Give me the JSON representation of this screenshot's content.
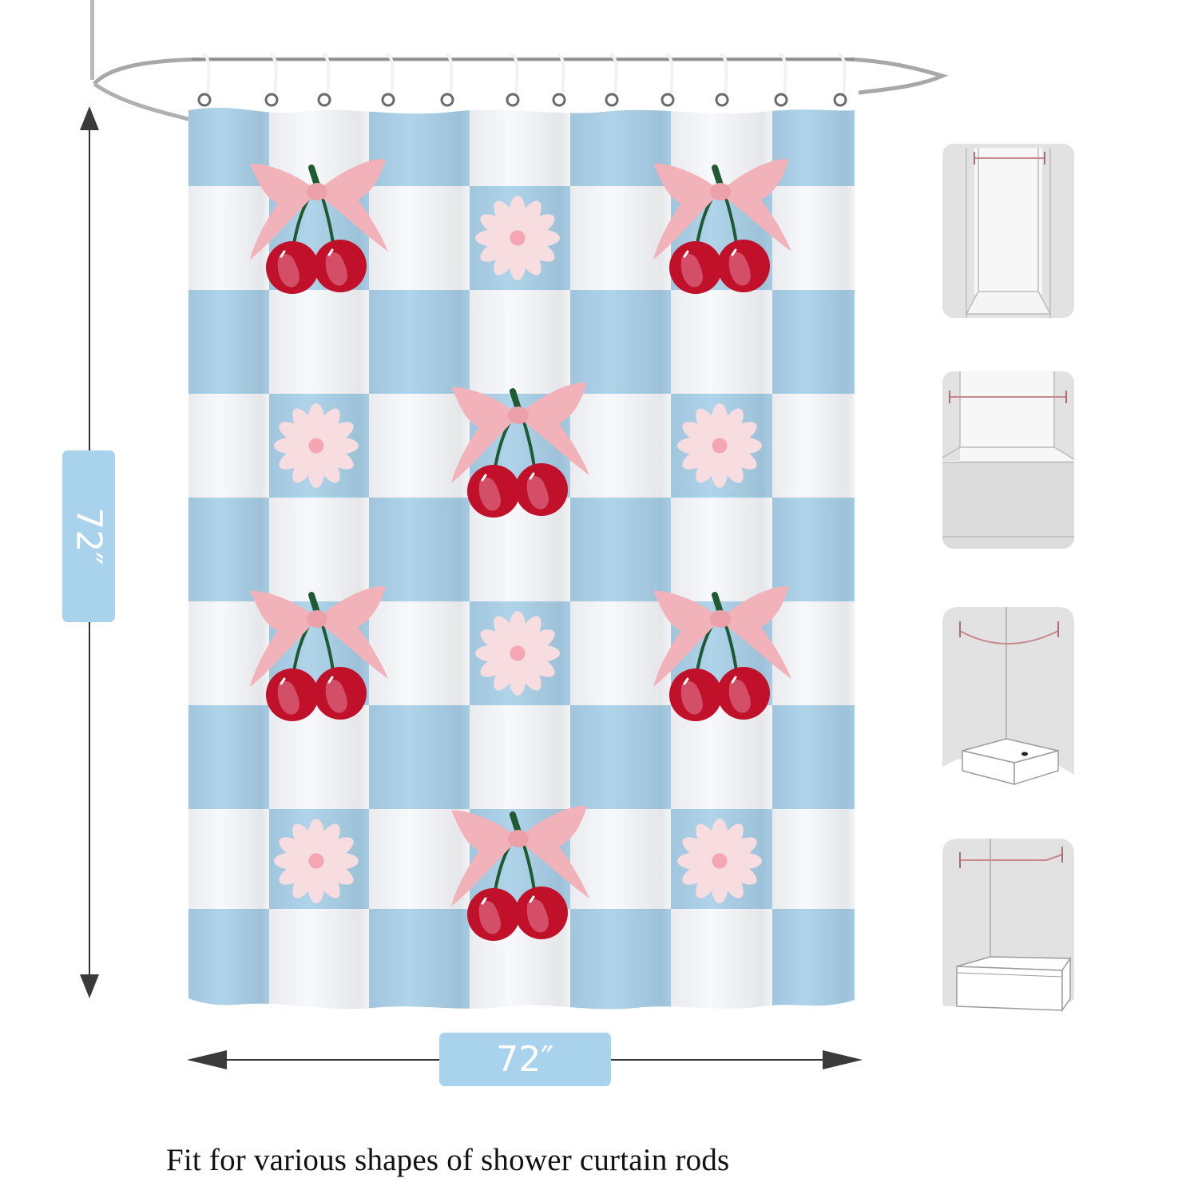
{
  "product": {
    "pattern": "blue-white-checkerboard-cherries-bows-daisies",
    "colors": {
      "check_blue": "#a9d0e8",
      "check_white": "#f7f8fb",
      "bow_pink": "#f1b3b9",
      "cherry_red": "#c0102a",
      "daisy_petal": "#f7dde0",
      "daisy_center": "#f4a6b5",
      "stem_green": "#1f5a33",
      "badge_blue": "#a9d3ec",
      "rod_accent": "#c98890"
    },
    "hooks_count": 12
  },
  "dimensions": {
    "height_label": "72″",
    "width_label": "72″"
  },
  "caption": "Fit for various shapes of shower curtain rods",
  "rod_types": [
    {
      "name": "straight-rod-alcove"
    },
    {
      "name": "straight-rod-bathtub"
    },
    {
      "name": "curved-rod-corner-shower"
    },
    {
      "name": "l-shaped-rod-corner-bathtub"
    }
  ]
}
